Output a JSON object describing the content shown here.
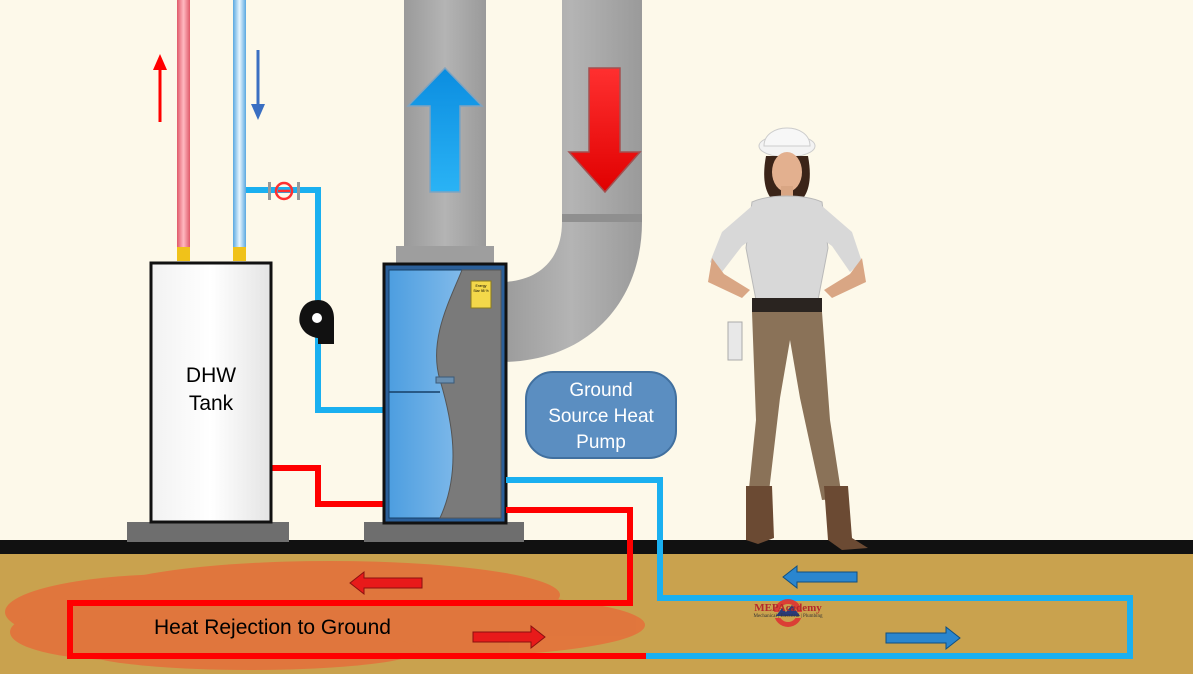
{
  "diagram": {
    "tank_label_line1": "DHW",
    "tank_label_line2": "Tank",
    "unit_label_line1": "Ground",
    "unit_label_line2": "Source Heat",
    "unit_label_line3": "Pump",
    "ground_label": "Heat Rejection to Ground",
    "energy_sticker": "Energy Star 98 %",
    "logo_name": "MEPAcademy",
    "logo_tagline": "Mechanical | Electrical | Plumbing"
  },
  "colors": {
    "background": "#fdf9ea",
    "hot_pipe": "#ff0000",
    "cold_pipe": "#1ab0f0",
    "duct": "#a9a9a9",
    "ground": "#c9a24e",
    "heat_zone": "#e3733c",
    "label_bubble": "#5b8ec1",
    "unit_body": "#3f8fd6"
  }
}
